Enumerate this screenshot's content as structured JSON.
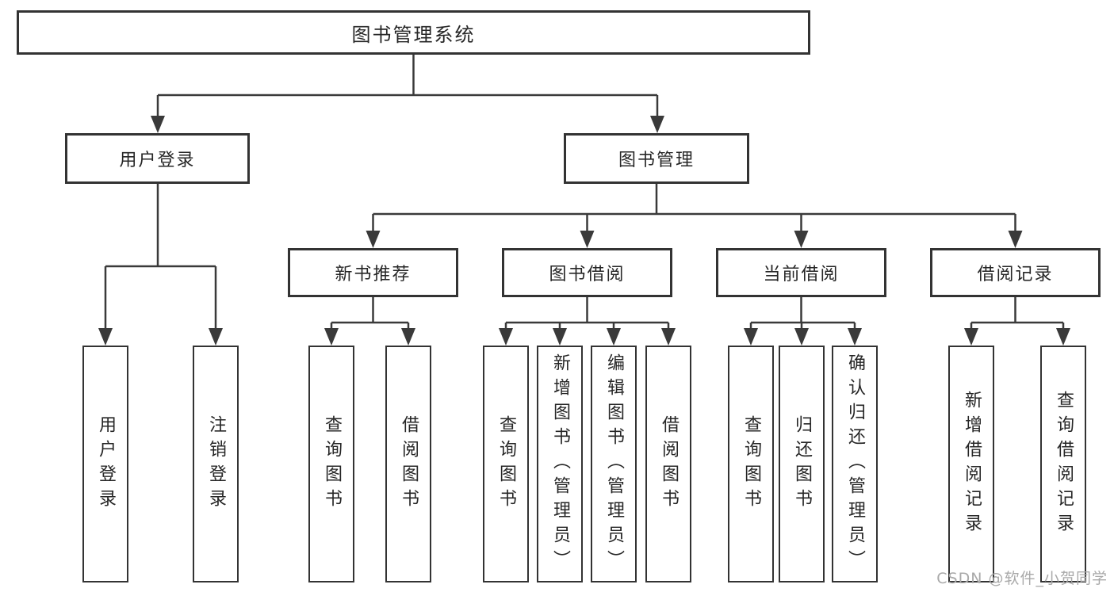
{
  "tree": {
    "root": "图书管理系统",
    "level2": [
      "用户登录",
      "图书管理"
    ],
    "level3": [
      "新书推荐",
      "图书借阅",
      "当前借阅",
      "借阅记录"
    ],
    "leaves": {
      "user_login": [
        "用户登录",
        "注销登录"
      ],
      "new_book": [
        "查询图书",
        "借阅图书"
      ],
      "book_borrow": [
        "查询图书",
        "新增图书（管理员）",
        "编辑图书（管理员）",
        "借阅图书"
      ],
      "current_borrow": [
        "查询图书",
        "归还图书",
        "确认归还（管理员）"
      ],
      "borrow_record": [
        "新增借阅记录",
        "查询借阅记录"
      ]
    }
  },
  "watermark": "CSDN @软件_小贺同学",
  "colors": {
    "line": "#3a3a3a",
    "box_border": "#333333",
    "text": "#262626",
    "watermark": "#a9a9a9",
    "background": "#ffffff"
  }
}
